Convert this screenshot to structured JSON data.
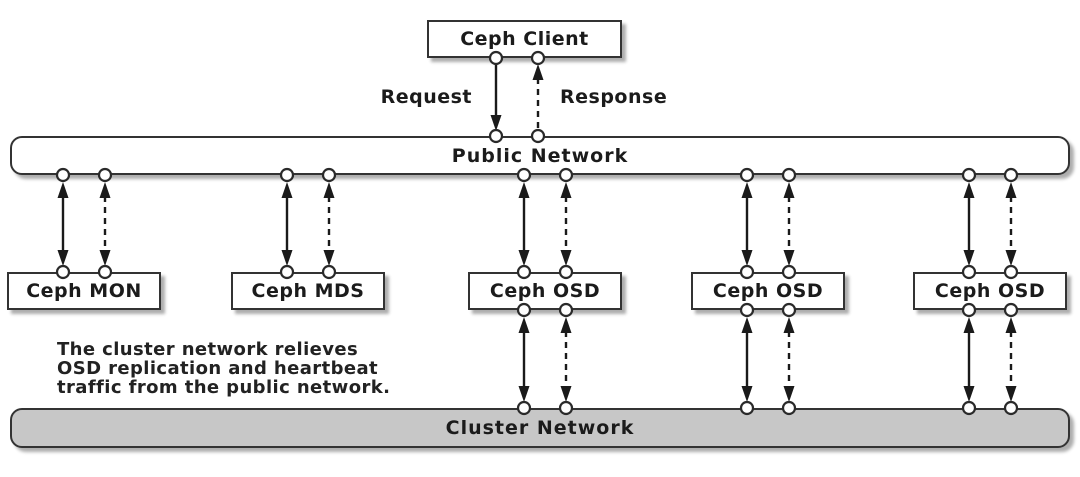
{
  "diagram": {
    "client_label": "Ceph Client",
    "request_label": "Request",
    "response_label": "Response",
    "public_network_label": "Public Network",
    "cluster_network_label": "Cluster Network",
    "nodes": [
      {
        "id": "ceph-mon",
        "label": "Ceph MON"
      },
      {
        "id": "ceph-mds",
        "label": "Ceph MDS"
      },
      {
        "id": "ceph-osd-1",
        "label": "Ceph OSD"
      },
      {
        "id": "ceph-osd-2",
        "label": "Ceph OSD"
      },
      {
        "id": "ceph-osd-3",
        "label": "Ceph OSD"
      }
    ],
    "annotation_lines": [
      "The cluster network relieves",
      "OSD replication and heartbeat",
      "traffic from the public network."
    ],
    "colors": {
      "background": "#ffffff",
      "box_fill": "#ffffff",
      "cluster_fill": "#c7c7c7",
      "border": "#333333",
      "line": "#1a1a1a",
      "text": "#1b1b1b"
    }
  }
}
